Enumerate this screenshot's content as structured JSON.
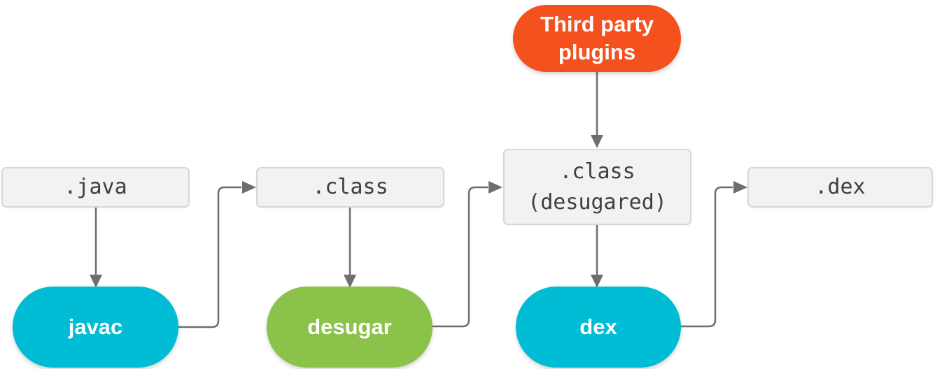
{
  "diagram": {
    "title": "Java to dex compilation pipeline with desugaring",
    "background": "#ffffff",
    "connector_color": "#6e6e6e",
    "file_node_style": {
      "fill": "#f2f2f2",
      "border": "#d7d7d7",
      "text": "#3c4043"
    },
    "file_nodes": {
      "java": {
        "label": ".java"
      },
      "class": {
        "label": ".class"
      },
      "class_desugared": {
        "label": ".class\n(desugared)"
      },
      "dex": {
        "label": ".dex"
      }
    },
    "tool_nodes": {
      "javac": {
        "label": "javac",
        "color": "#00bcd4"
      },
      "desugar": {
        "label": "desugar",
        "color": "#8bc34a"
      },
      "dex": {
        "label": "dex",
        "color": "#00bcd4"
      },
      "third_party_plugins": {
        "label": "Third party\nplugins",
        "color": "#f4511e"
      }
    },
    "edges": [
      ".java -> javac",
      "javac -> .class",
      ".class -> desugar",
      "desugar -> .class (desugared)",
      "Third party plugins -> .class (desugared)",
      ".class (desugared) -> dex",
      "dex -> .dex"
    ]
  }
}
